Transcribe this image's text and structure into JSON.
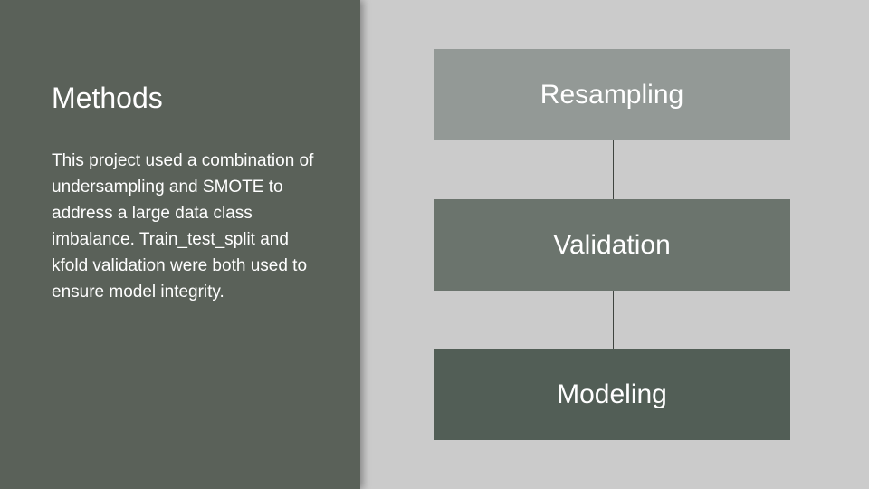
{
  "slide": {
    "title": "Methods",
    "body": "This project used a combination of undersampling and SMOTE to address a large data class imbalance. Train_test_split and kfold validation were both used to ensure model integrity."
  },
  "flow": {
    "steps": [
      {
        "label": "Resampling",
        "color": "#939996"
      },
      {
        "label": "Validation",
        "color": "#6b746d"
      },
      {
        "label": "Modeling",
        "color": "#525e56"
      }
    ]
  },
  "colors": {
    "left_panel": "#5a6159",
    "background": "#cbcbcb",
    "connector": "#3f443f"
  }
}
